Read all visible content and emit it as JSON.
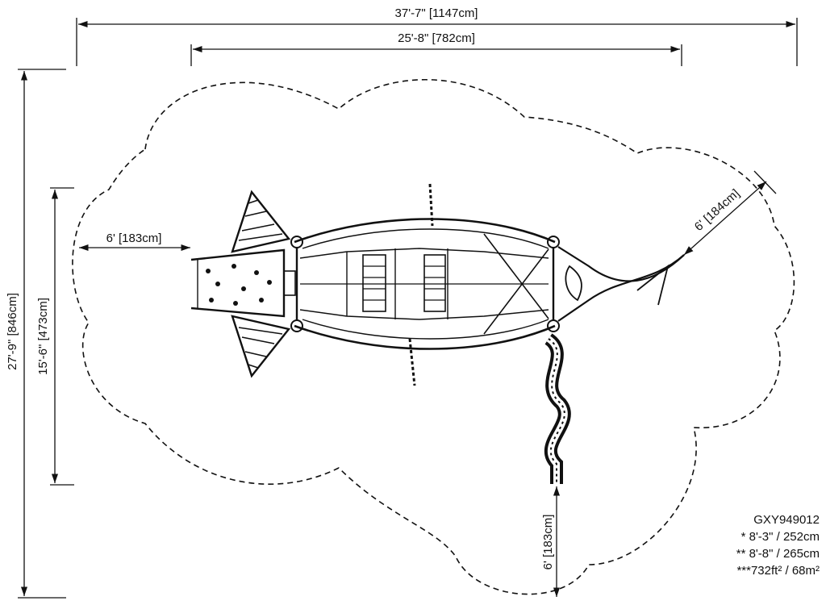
{
  "dimensions": {
    "overall_width": "37'-7\" [1147cm]",
    "structure_width": "25'-8\" [782cm]",
    "overall_depth": "27'-9\" [846cm]",
    "structure_depth": "15'-6\" [473cm]",
    "left_clearance": "6' [183cm]",
    "right_clearance": "6' [184cm]",
    "bottom_clearance": "6' [183cm]"
  },
  "spec": {
    "model": "GXY949012",
    "line1": "* 8'-3\" / 252cm",
    "line2": "** 8'-8\" / 265cm",
    "line3": "***732ft² / 68m²"
  }
}
